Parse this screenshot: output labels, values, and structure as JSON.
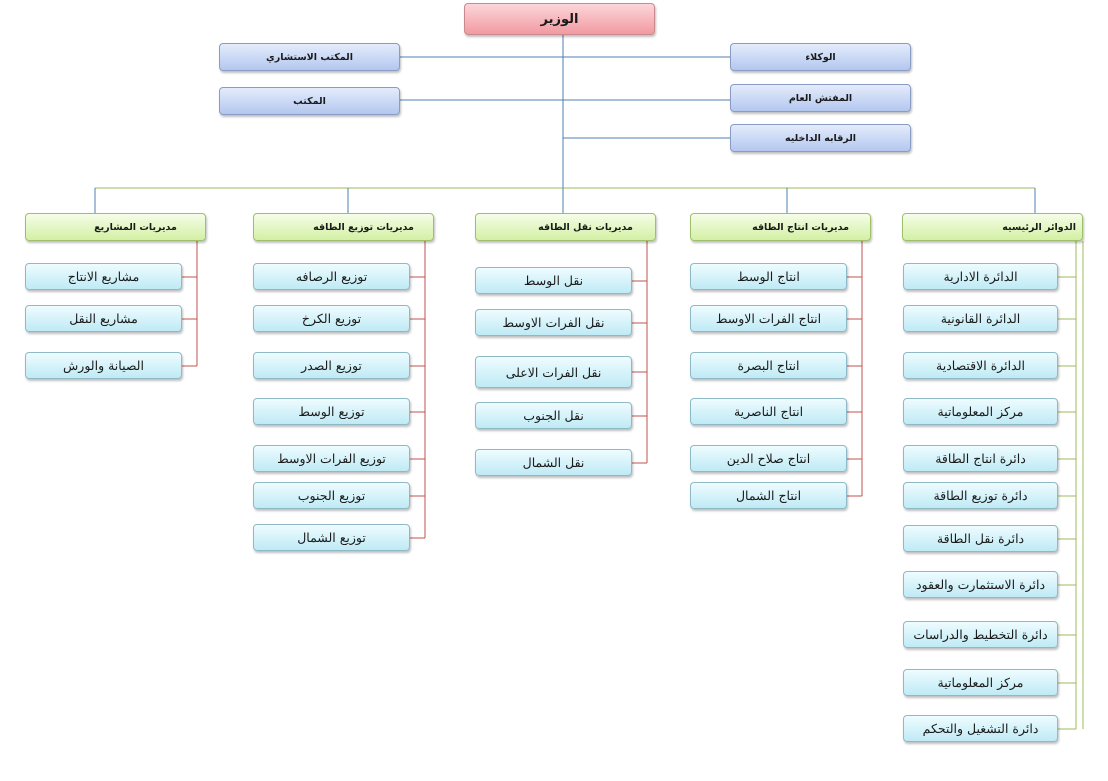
{
  "minister": "الوزير",
  "left_offices": [
    "المكتب الاستشاري",
    "المكتب"
  ],
  "right_offices": [
    "الوكلاء",
    "المفتش العام",
    "الرقابه الداخليه"
  ],
  "departments": [
    {
      "title": "الدوائر الرئيسيه",
      "units": [
        "الدائرة الادارية",
        "الدائرة القانونية",
        "الدائرة الاقتصادية",
        "مركز المعلوماتية",
        "دائرة انتاج الطاقة",
        "دائرة توزيع الطاقة",
        "دائرة نقل الطاقة",
        "دائرة الاستثمارت والعقود",
        "دائرة التخطيط والدراسات",
        "مركز المعلوماتية",
        "دائرة التشغيل والتحكم"
      ]
    },
    {
      "title": "مديريات انتاج  الطاقه",
      "units": [
        "انتاج الوسط",
        "انتاج الفرات الاوسط",
        "انتاج البصرة",
        "انتاج الناصرية",
        "انتاج صلاح الدين",
        "انتاج الشمال"
      ]
    },
    {
      "title": "مديريات نقل الطاقه",
      "units": [
        "نقل الوسط",
        "نقل الفرات الاوسط",
        "نقل الفرات الاعلى",
        "نقل الجنوب",
        "نقل الشمال"
      ]
    },
    {
      "title": "مديريات توزيع الطاقه",
      "units": [
        "توزيع الرصافه",
        "توزيع الكرخ",
        "توزيع الصدر",
        "توزيع الوسط",
        "توزيع الفرات الاوسط",
        "توزيع الجنوب",
        "توزيع الشمال"
      ]
    },
    {
      "title": "مديريات المشاريع",
      "units": [
        "مشاريع الانتاج",
        "مشاريع النقل",
        "الصيانة والورش"
      ]
    }
  ],
  "colors": {
    "top_line": "#4f7fb0",
    "department_line": "#9bbb59",
    "unit_line": "#c0504d"
  }
}
